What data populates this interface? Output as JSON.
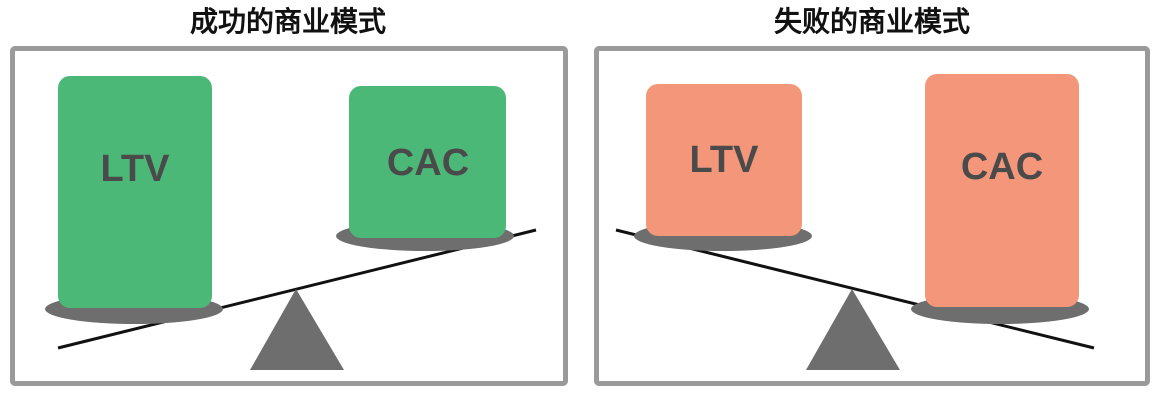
{
  "panels": {
    "success": {
      "title": "成功的商业模式",
      "left_label": "LTV",
      "right_label": "CAC"
    },
    "failure": {
      "title": "失败的商业模式",
      "left_label": "LTV",
      "right_label": "CAC"
    }
  },
  "colors": {
    "success_block": "#4cb878",
    "failure_block": "#f4967a",
    "frame": "#9a9a9a",
    "platform": "#6e6e6e",
    "fulcrum": "#6e6e6e",
    "beam": "#111111",
    "label": "#4a4a4a"
  }
}
